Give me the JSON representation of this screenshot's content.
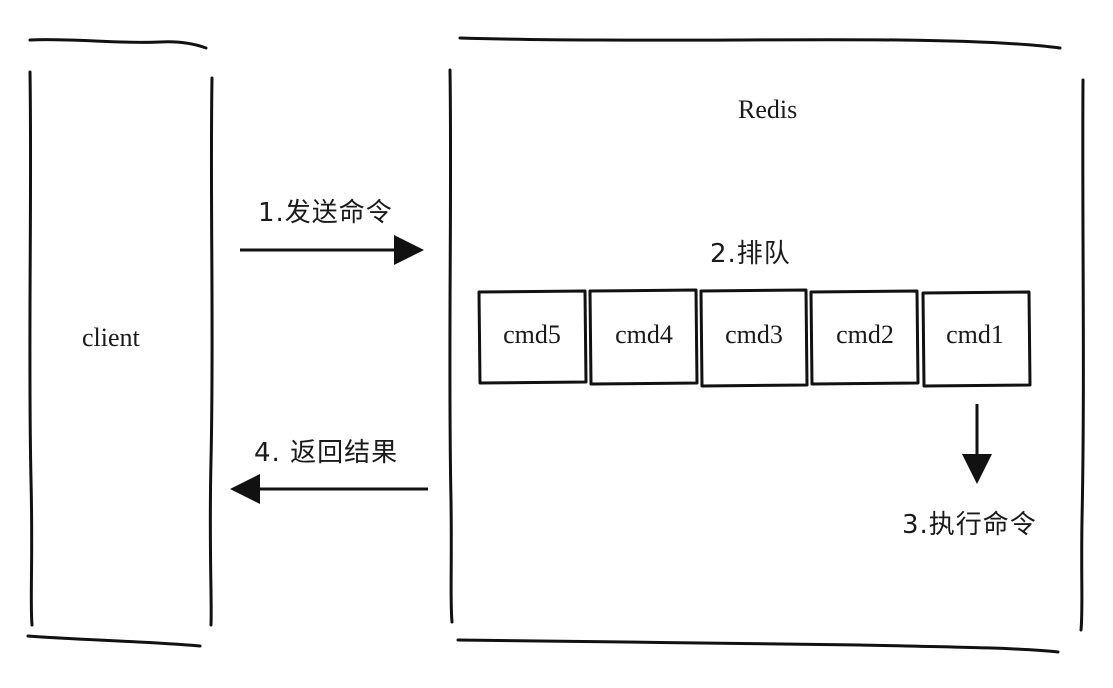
{
  "client": {
    "label": "client"
  },
  "redis": {
    "label": "Redis"
  },
  "steps": {
    "send": "1.发送命令",
    "queue": "2.排队",
    "execute": "3.执行命令",
    "return": "4. 返回结果"
  },
  "queue": {
    "commands": [
      "cmd5",
      "cmd4",
      "cmd3",
      "cmd2",
      "cmd1"
    ]
  }
}
